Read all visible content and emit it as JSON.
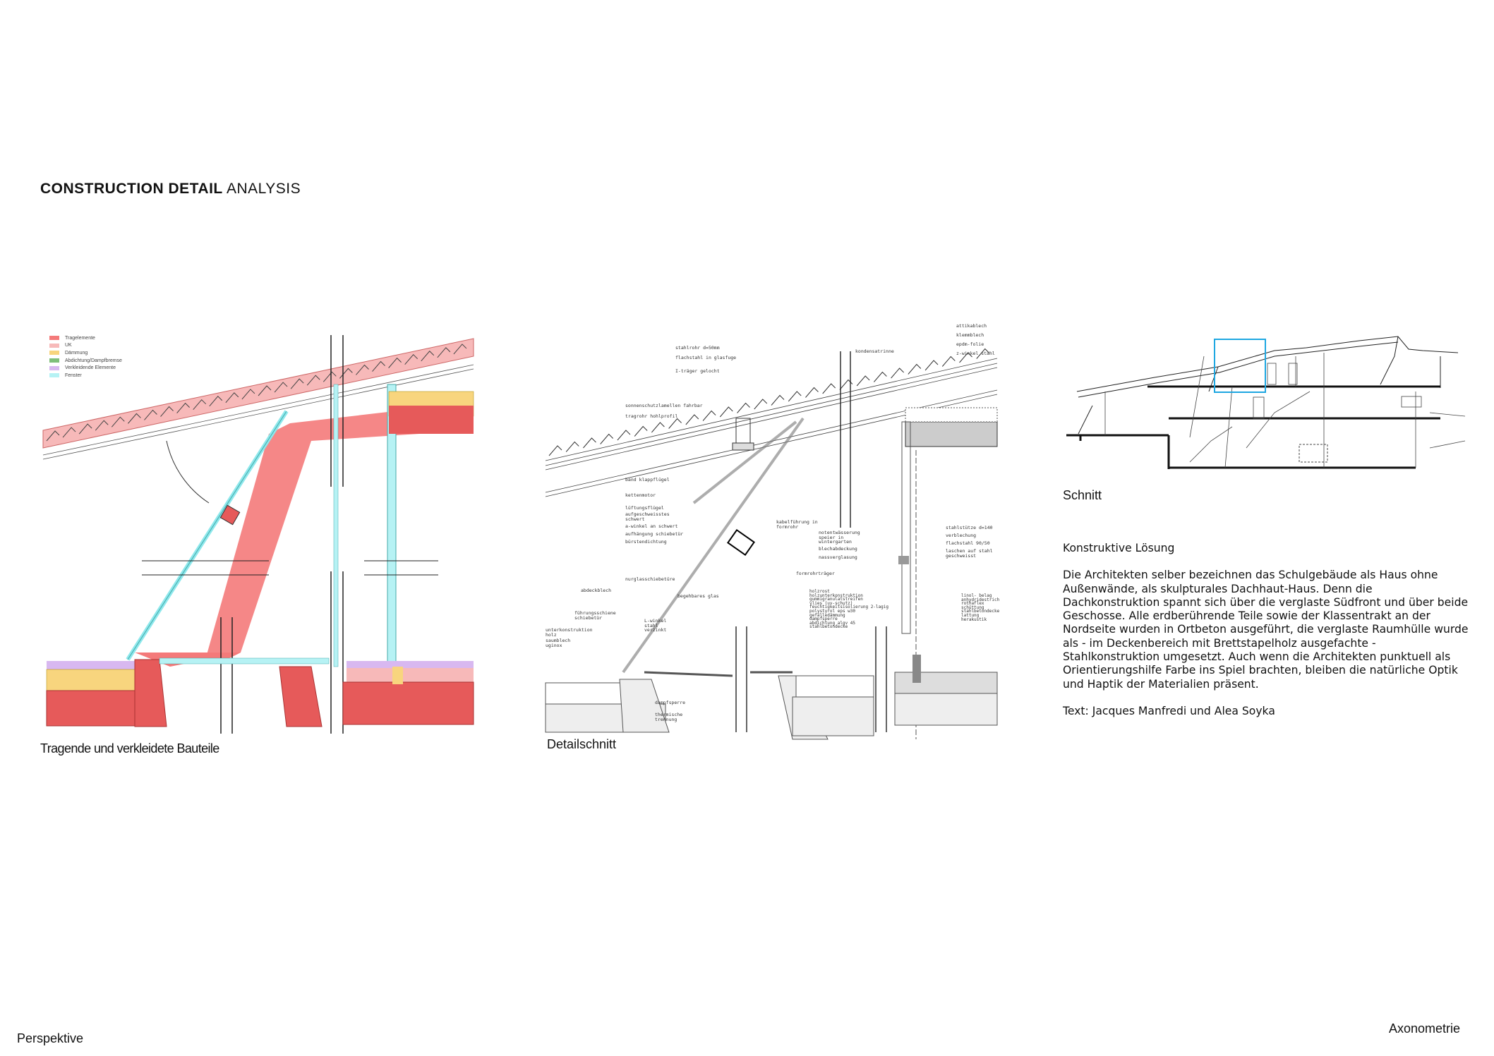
{
  "heading": {
    "bold": "CONSTRUCTION DETAIL",
    "regular": "ANALYSIS"
  },
  "legend": [
    {
      "label": "Tragelemente",
      "color": "#f47a7a"
    },
    {
      "label": "UK",
      "color": "#f7b9b9"
    },
    {
      "label": "Dämmung",
      "color": "#f8d57e"
    },
    {
      "label": "Abdichtung/Dampfbremse",
      "color": "#7fbf7a"
    },
    {
      "label": "Verkleidende Elemente",
      "color": "#d8b8f0"
    },
    {
      "label": "Fenster",
      "color": "#b6f2f4"
    }
  ],
  "captions": {
    "drawing1": "Tragende und verkleidete Bauteile",
    "drawing2": "Detailschnitt",
    "section": "Schnitt",
    "perspective": "Perspektive",
    "axonometry": "Axonometrie"
  },
  "annotations": [
    "stahlrohr d=50mm",
    "flachstahl in glasfuge",
    "I-träger gelocht",
    "sonnenschutzlamellen fahrbar",
    "tragrohr hohlprofil",
    "band klappflügel",
    "kettenmotor",
    "lüftungsflügel",
    "aufgeschweisstes schwert",
    "a-winkel an schwert",
    "aufhängung schiebetür",
    "bürstendichtung",
    "kabelführung in formrohr",
    "nurglasschiebetüre",
    "formrohrträger",
    "abdeckblech",
    "führungsschiene schiebetür",
    "unterkonstruktion holz",
    "saumblech uginox",
    "L-winkel stahl verzinkt",
    "begehbares glas",
    "dampfsperre",
    "thermische trennung",
    "kondensatrinne",
    "attikablech",
    "klemmblech",
    "epdm-folie",
    "z-winkel stahl",
    "notentwässerung speier in wintergarten",
    "blechabdeckung",
    "nassverglasung",
    "stahlstütze d=140",
    "verblechung",
    "flachstahl 90/50",
    "laschen auf stahl geschweisst",
    "holzrost\nholzunterkonstruktion\ngummigranulatstreifen\nvlies (uv-schutz)\nfeuchtigkeitsisolierung 2-lagig\npolystyrol eps w30\ngefälledämmung\ndampfsperre\nabdichtung algv 45\nstahlbetondecke",
    "linol- belag\nanhydridestrich\nrothaflex\nschüttung\nstahlbetondecke\nlattung\nherakustik"
  ],
  "text": {
    "title": "Konstruktive Lösung",
    "body": "Die Architekten selber bezeichnen das Schulgebäude als Haus ohne Außenwände, als skulpturales Dachhaut-Haus. Denn die Dachkonstruktion spannt sich über die verglaste Südfront und über beide Geschosse. Alle erdberührende Teile sowie der Klassentrakt an der Nordseite wurden in Ortbeton ausgeführt, die verglaste Raumhülle wurde als - im Deckenbereich mit Brettstapelholz ausgefachte - Stahlkonstruktion umgesetzt. Auch wenn die Architekten punktuell als Orientierungshilfe Farbe ins Spiel brachten, bleiben die natürliche Optik und Haptik der Materialien präsent.",
    "credit": "Text: Jacques Manfredi und Alea Soyka"
  },
  "highlight_color": "#1ea7e1"
}
